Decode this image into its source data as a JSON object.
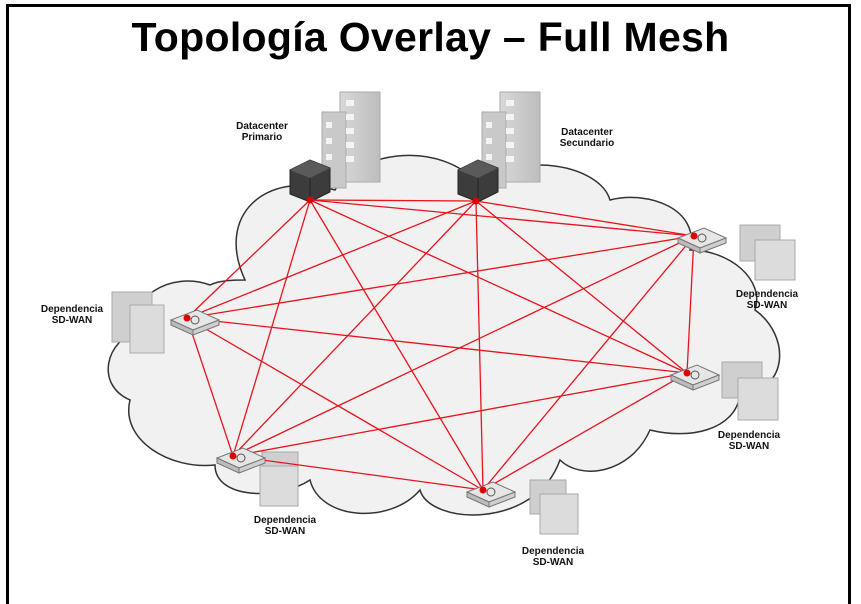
{
  "title": "Topología Overlay – Full Mesh",
  "colors": {
    "link": "#e8141e",
    "node": "#e00000",
    "cloud_fill": "#f1f1f1",
    "cloud_stroke": "#333333"
  },
  "nodes": [
    {
      "id": "dc1",
      "label_lines": [
        "Datacenter",
        "Primario"
      ],
      "icon": "datacenter-icon"
    },
    {
      "id": "dc2",
      "label_lines": [
        "Datacenter",
        "Secundario"
      ],
      "icon": "datacenter-icon"
    },
    {
      "id": "b1",
      "label_lines": [
        "Dependencia",
        "SD-WAN"
      ],
      "icon": "branch-router-icon"
    },
    {
      "id": "b2",
      "label_lines": [
        "Dependencia",
        "SD-WAN"
      ],
      "icon": "branch-router-icon"
    },
    {
      "id": "b3",
      "label_lines": [
        "Dependencia",
        "SD-WAN"
      ],
      "icon": "branch-router-icon"
    },
    {
      "id": "b4",
      "label_lines": [
        "Dependencia",
        "SD-WAN"
      ],
      "icon": "branch-router-icon"
    },
    {
      "id": "b5",
      "label_lines": [
        "Dependencia",
        "SD-WAN"
      ],
      "icon": "branch-router-icon"
    }
  ]
}
